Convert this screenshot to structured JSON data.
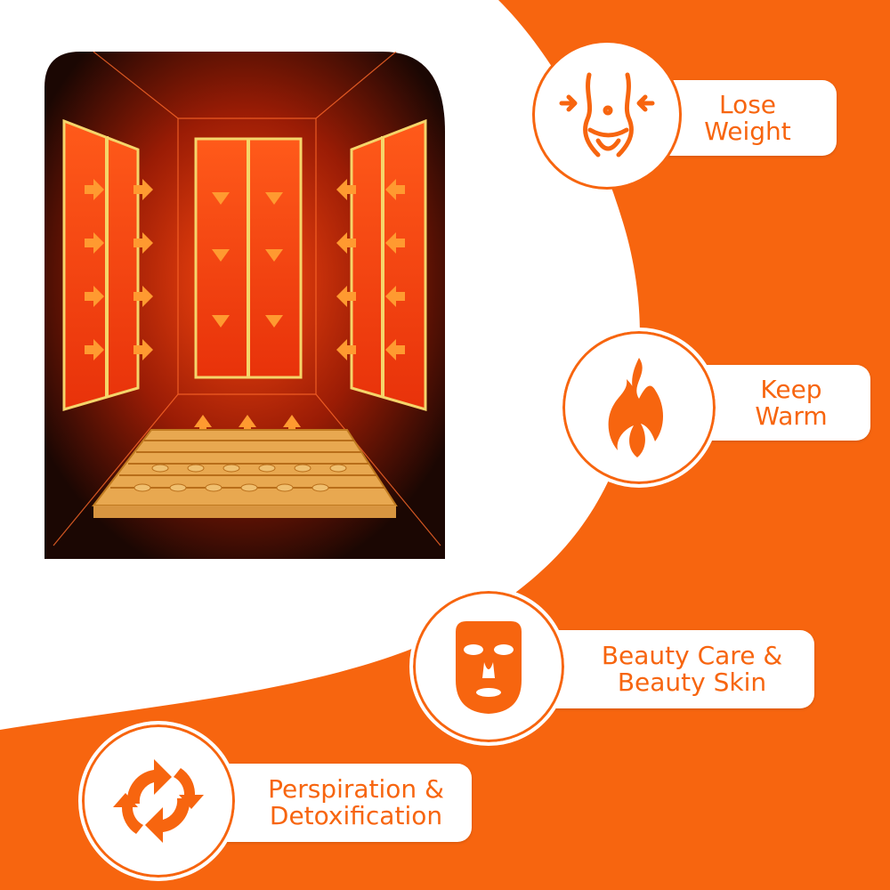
{
  "benefits": [
    {
      "icon": "waist-icon",
      "label": "Lose\nWeight"
    },
    {
      "icon": "flame-icon",
      "label": "Keep\nWarm"
    },
    {
      "icon": "face-mask-icon",
      "label": "Beauty Care &\nBeauty Skin"
    },
    {
      "icon": "recycle-arrows-icon",
      "label": "Perspiration &\nDetoxification"
    }
  ],
  "colors": {
    "accent": "#f7650f",
    "background": "#ffffff",
    "sauna_interior": "#1a0a05"
  }
}
